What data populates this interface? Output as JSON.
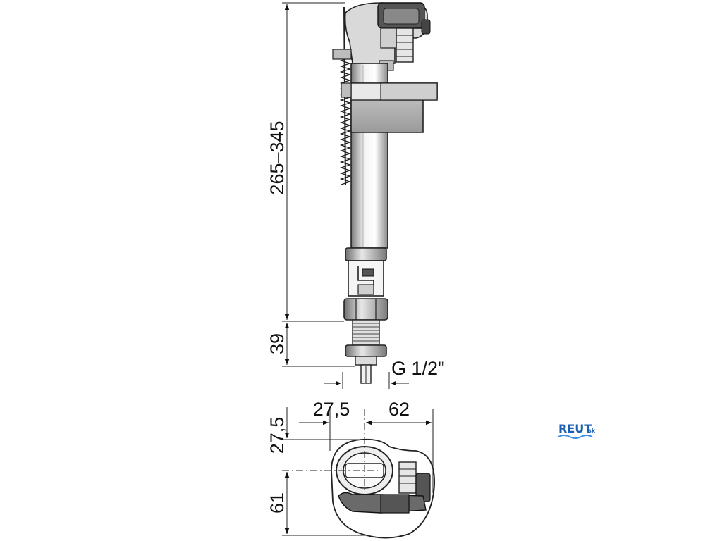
{
  "dimensions": {
    "total_height": "265–345",
    "thread_length": "39",
    "thread_size": "G 1/2\"",
    "offset_top_left": "27,5",
    "offset_top_right": "62",
    "offset_side_upper": "27,5",
    "offset_side_lower": "61"
  },
  "watermark": {
    "brand": "REUT",
    "suffix": "sk",
    "color": "#1a5fb4"
  }
}
